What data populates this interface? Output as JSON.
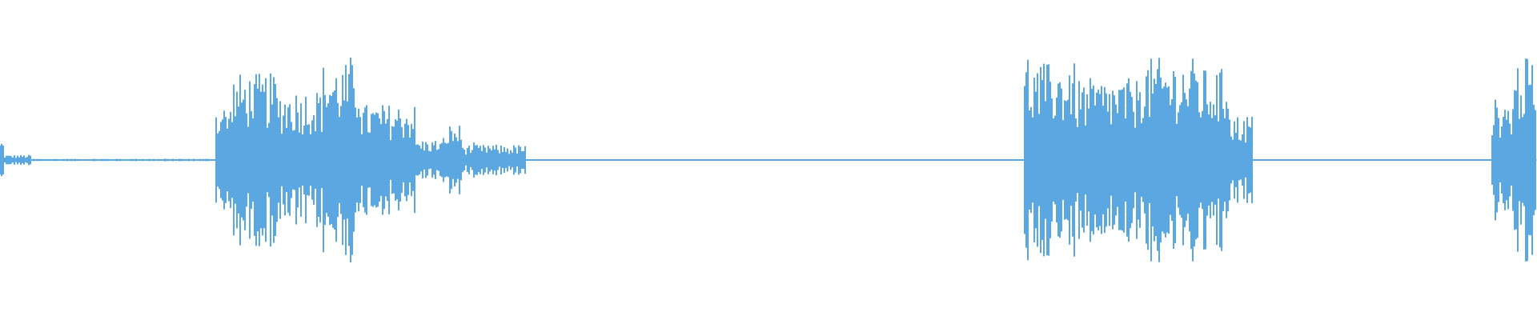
{
  "waveform": {
    "color": "#5aa7e2",
    "background": "#ffffff",
    "segments": [
      {
        "start": 0.0,
        "end": 0.003,
        "amp": 0.18
      },
      {
        "start": 0.003,
        "end": 0.02,
        "amp": 0.05
      },
      {
        "start": 0.02,
        "end": 0.14,
        "amp": 0.012
      },
      {
        "start": 0.14,
        "end": 0.15,
        "amp": 0.55
      },
      {
        "start": 0.15,
        "end": 0.18,
        "amp": 0.85
      },
      {
        "start": 0.18,
        "end": 0.21,
        "amp": 0.7
      },
      {
        "start": 0.21,
        "end": 0.235,
        "amp": 0.95
      },
      {
        "start": 0.235,
        "end": 0.27,
        "amp": 0.55
      },
      {
        "start": 0.27,
        "end": 0.29,
        "amp": 0.2
      },
      {
        "start": 0.29,
        "end": 0.3,
        "amp": 0.35
      },
      {
        "start": 0.3,
        "end": 0.342,
        "amp": 0.15
      },
      {
        "start": 0.342,
        "end": 0.53,
        "amp": 0.006
      },
      {
        "start": 0.53,
        "end": 0.56,
        "amp": 0.002
      },
      {
        "start": 0.56,
        "end": 0.666,
        "amp": 0.004
      },
      {
        "start": 0.666,
        "end": 0.7,
        "amp": 0.95
      },
      {
        "start": 0.7,
        "end": 0.74,
        "amp": 0.8
      },
      {
        "start": 0.74,
        "end": 0.78,
        "amp": 1.0
      },
      {
        "start": 0.78,
        "end": 0.8,
        "amp": 0.9
      },
      {
        "start": 0.8,
        "end": 0.815,
        "amp": 0.45
      },
      {
        "start": 0.815,
        "end": 0.97,
        "amp": 0.004
      },
      {
        "start": 0.97,
        "end": 0.985,
        "amp": 0.6
      },
      {
        "start": 0.985,
        "end": 1.0,
        "amp": 1.0
      }
    ]
  }
}
